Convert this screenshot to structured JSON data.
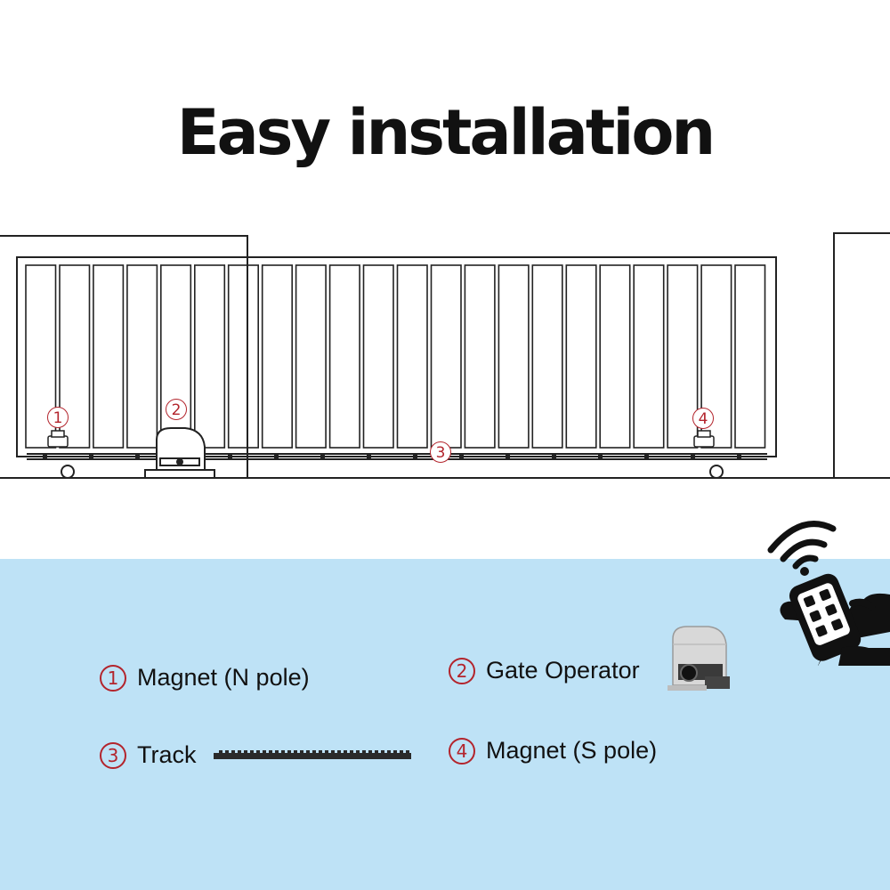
{
  "title": "Easy installation",
  "callouts": [
    "1",
    "2",
    "3",
    "4"
  ],
  "legend": [
    {
      "number": "1",
      "label": "Magnet (N pole)"
    },
    {
      "number": "2",
      "label": "Gate Operator"
    },
    {
      "number": "3",
      "label": "Track"
    },
    {
      "number": "4",
      "label": "Magnet (S pole)"
    }
  ],
  "colors": {
    "accent": "#b3242c",
    "panel": "#bee2f6",
    "line": "#222222",
    "title": "#111111"
  },
  "icons": [
    "wifi-signal-icon",
    "remote-control-icon",
    "gate-operator-icon",
    "track-rail-icon"
  ]
}
